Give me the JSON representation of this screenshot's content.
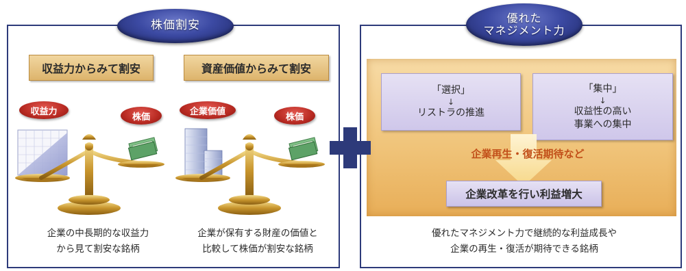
{
  "left": {
    "title": "株価割安",
    "boxes": [
      "収益力からみて割安",
      "資産価値からみて割安"
    ],
    "pills": [
      "収益力",
      "株価",
      "企業価値",
      "株価"
    ],
    "captions": [
      [
        "企業の中長期的な収益力",
        "から見て割安な銘柄"
      ],
      [
        "企業が保有する財産の価値と",
        "比較して株価が割安な銘柄"
      ]
    ]
  },
  "right": {
    "title_lines": [
      "優れた",
      "マネジメント力"
    ],
    "selection": {
      "label": "「選択」",
      "arrow": "↓",
      "text": "リストラの推進"
    },
    "focus": {
      "label": "「集中」",
      "arrow": "↓",
      "lines": [
        "収益性の高い",
        "事業への集中"
      ]
    },
    "expectation": "企業再生・復活期待など",
    "result": "企業改革を行い利益増大",
    "caption": [
      "優れたマネジメント力で継続的な利益成長や",
      "企業の再生・復活が期待できる銘柄"
    ]
  },
  "colors": {
    "navy": "#2d3a7a",
    "tan": "#ddb46c",
    "red": "#b82a22",
    "orange": "#f0c47a",
    "lavender": "#cfc7ea",
    "accent_text": "#c2501a"
  }
}
